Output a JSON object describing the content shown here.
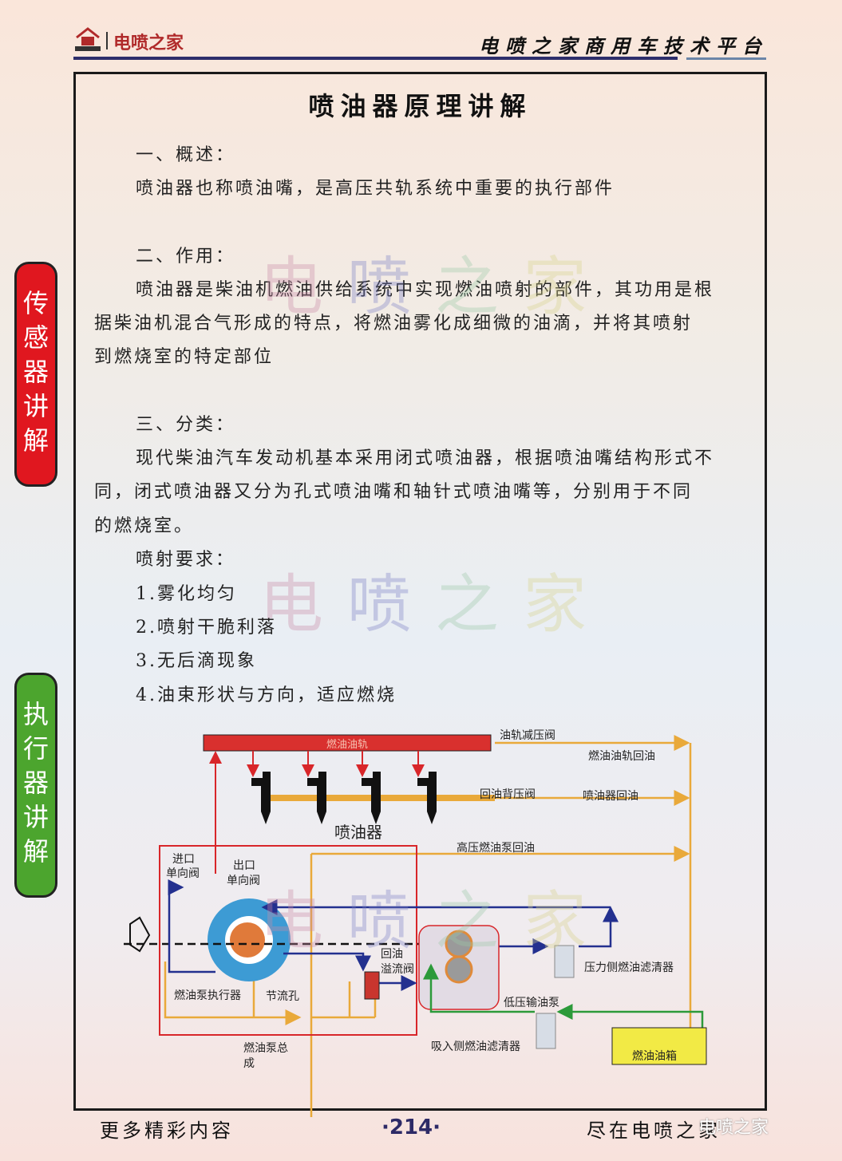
{
  "header": {
    "brand": "电喷之家",
    "platform": "电喷之家商用车技术平台",
    "logo_text": "电喷之家"
  },
  "title": "喷油器原理讲解",
  "side_tabs": [
    "传感器讲解",
    "执行器讲解"
  ],
  "watermark": [
    "电",
    "喷",
    "之",
    "家"
  ],
  "body": {
    "s1_head": "一、概述：",
    "s1_text": "喷油器也称喷油嘴，是高压共轨系统中重要的执行部件",
    "s2_head": "二、作用：",
    "s2_l1": "喷油器是柴油机燃油供给系统中实现燃油喷射的部件，其功用是根",
    "s2_l2": "据柴油机混合气形成的特点，将燃油雾化成细微的油滴，并将其喷射",
    "s2_l3": "到燃烧室的特定部位",
    "s3_head": "三、分类：",
    "s3_l1": "现代柴油汽车发动机基本采用闭式喷油器，根据喷油嘴结构形式不",
    "s3_l2": "同，闭式喷油器又分为孔式喷油嘴和轴针式喷油嘴等，分别用于不同",
    "s3_l3": "的燃烧室。",
    "req_head": "喷射要求：",
    "req": [
      "1.雾化均匀",
      "2.喷射干脆利落",
      "3.无后滴现象",
      "4.油束形状与方向，适应燃烧"
    ]
  },
  "diagram": {
    "rail": "燃油油轨",
    "rail_valve": "油轨减压阀",
    "rail_return": "燃油油轨回油",
    "back_valve": "回油背压阀",
    "injector_return": "喷油器回油",
    "injector": "喷油器",
    "hp_return": "高压燃油泵回油",
    "inlet_valve_1": "进口",
    "inlet_valve_2": "单向阀",
    "outlet_valve_1": "出口",
    "outlet_valve_2": "单向阀",
    "overflow_1": "回油",
    "overflow_2": "溢流阀",
    "pressure_filter": "压力侧燃油滤清器",
    "actuator": "燃油泵执行器",
    "throttle": "节流孔",
    "lp_pump": "低压输油泵",
    "pump_assy_1": "燃油泵总",
    "pump_assy_2": "成",
    "suction_filter": "吸入侧燃油滤清器",
    "tank": "燃油油箱"
  },
  "footer": {
    "left": "更多精彩内容",
    "page": "·214·",
    "right": "尽在电喷之家",
    "wechat": "电喷之家"
  }
}
